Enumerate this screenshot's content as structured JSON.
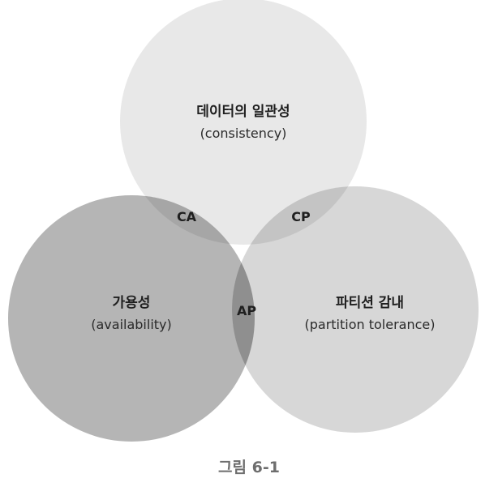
{
  "diagram": {
    "consistency": {
      "title": "데이터의 일관성",
      "subtitle": "(consistency)",
      "color": "#e8e8e8"
    },
    "availability": {
      "title": "가용성",
      "subtitle": "(availability)",
      "color": "#b5b5b5"
    },
    "partition": {
      "title": "파티션 감내",
      "subtitle": "(partition tolerance)",
      "color": "#d7d7d7"
    },
    "overlaps": {
      "ca": "CA",
      "cp": "CP",
      "ap": "AP"
    },
    "overlap_colors": {
      "ca": "#a6a6a6",
      "cp": "#c4c4c4",
      "ap": "#8f8f8f"
    }
  },
  "caption": "그림 6-1"
}
